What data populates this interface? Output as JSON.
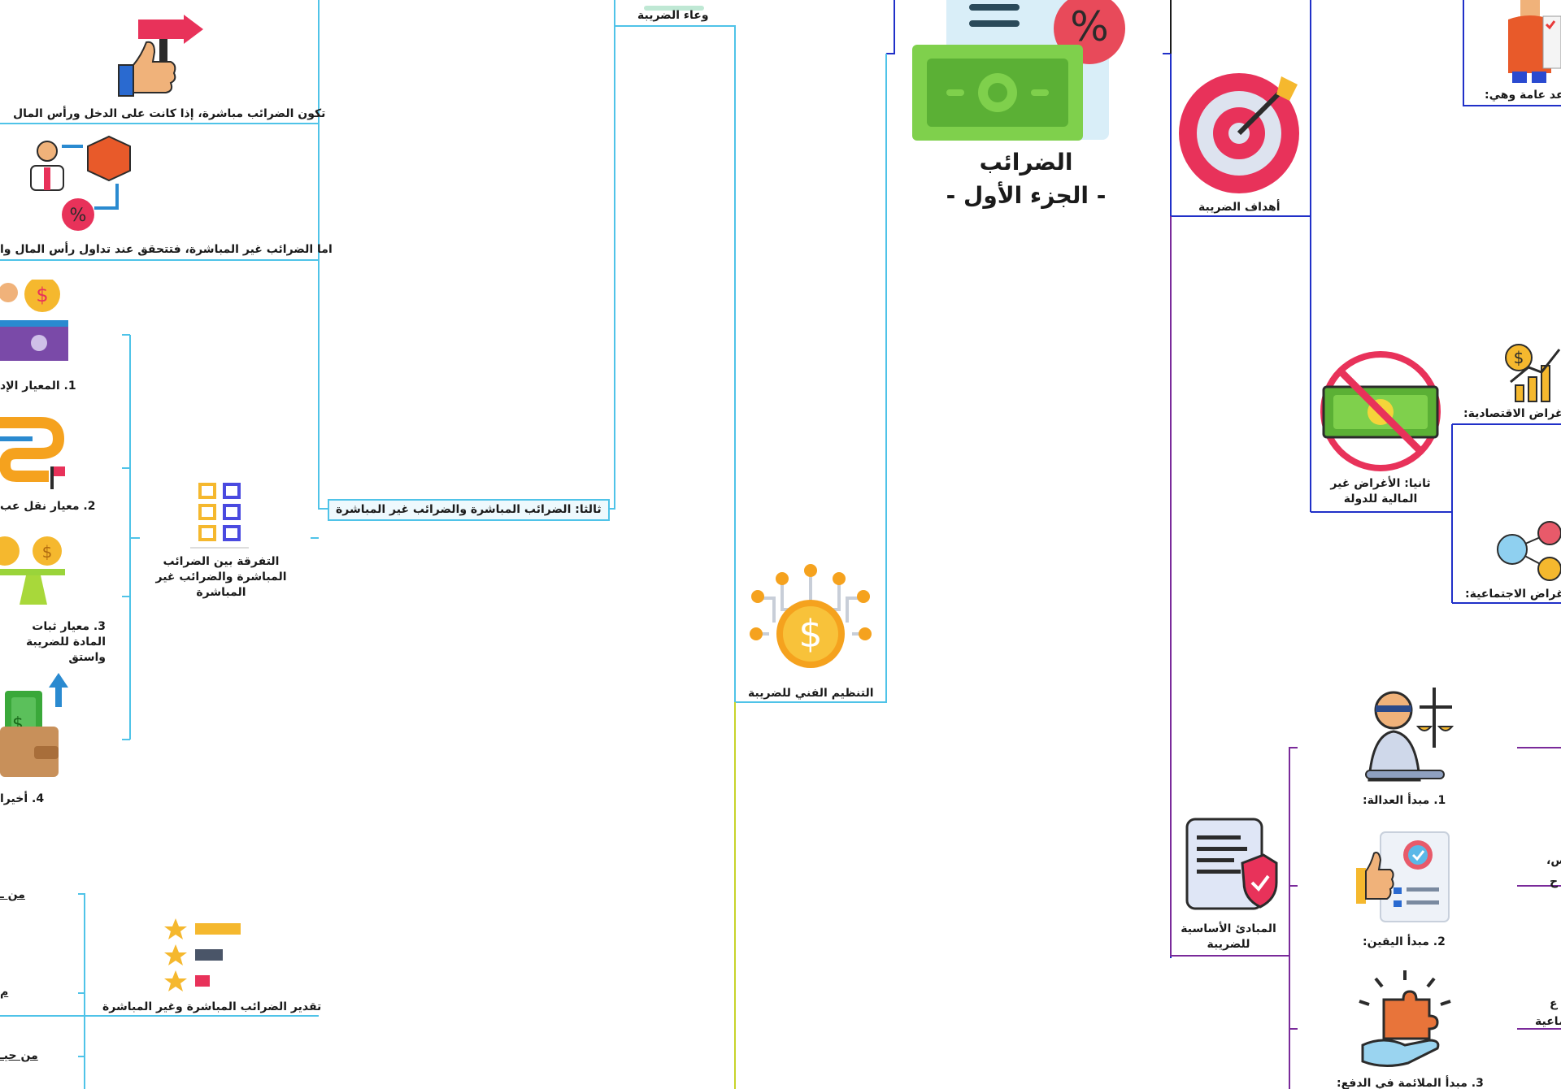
{
  "root": {
    "title_line1": "الضرائب",
    "title_line2": "- الجزء الأول -"
  },
  "colors": {
    "cyan": "#4fc3e8",
    "blue": "#2030c8",
    "purple": "#7a2a9a",
    "lime": "#c8d42a",
    "dark": "#1a1a1a"
  },
  "left": {
    "top_node": "وعاء الضريبة",
    "tech": "التنظيم الفني للضريبة",
    "third": "ثالثا: الضرائب المباشرة والضرائب غير المباشرة",
    "direct_income": "تكون الضرائب مباشرة، إذا كانت على الدخل ورأس المال",
    "indirect": "اما الضرائب غير المباشرة، فتتحقق عند تداول رأس المال وا",
    "diff": "التفرقة بين الضرائب المباشرة والضرائب غير المباشرة",
    "c1": "1. المعيار الإد",
    "c2": "2. معيار نقل عب",
    "c3": "3. معيار ثبات المادة للضريبة واستق",
    "c4": "4. أخيرا",
    "estimate": "تقدير الضرائب المباشرة وغير المباشرة",
    "e1": "من ـ",
    "e2": "م",
    "e3": "من حيـ"
  },
  "right": {
    "goals": "أهداف الضريبة",
    "rules": "عد عامة وهي:",
    "nonfin": "ثانيا: الأغراض غير المالية للدولة",
    "econ": "أغراض الاقتصادية:",
    "social": "غراض الاجتماعية:",
    "principles": "المبادئ الأساسية للضريبة",
    "p1": "1. مبدأ العدالة:",
    "p2": "2. مبدأ اليقين:",
    "p3": "3. مبدأ الملائمة في الدفع:",
    "r1": "س،",
    "r2": "ح",
    "r3": "ع",
    "r4": "ماعية"
  }
}
